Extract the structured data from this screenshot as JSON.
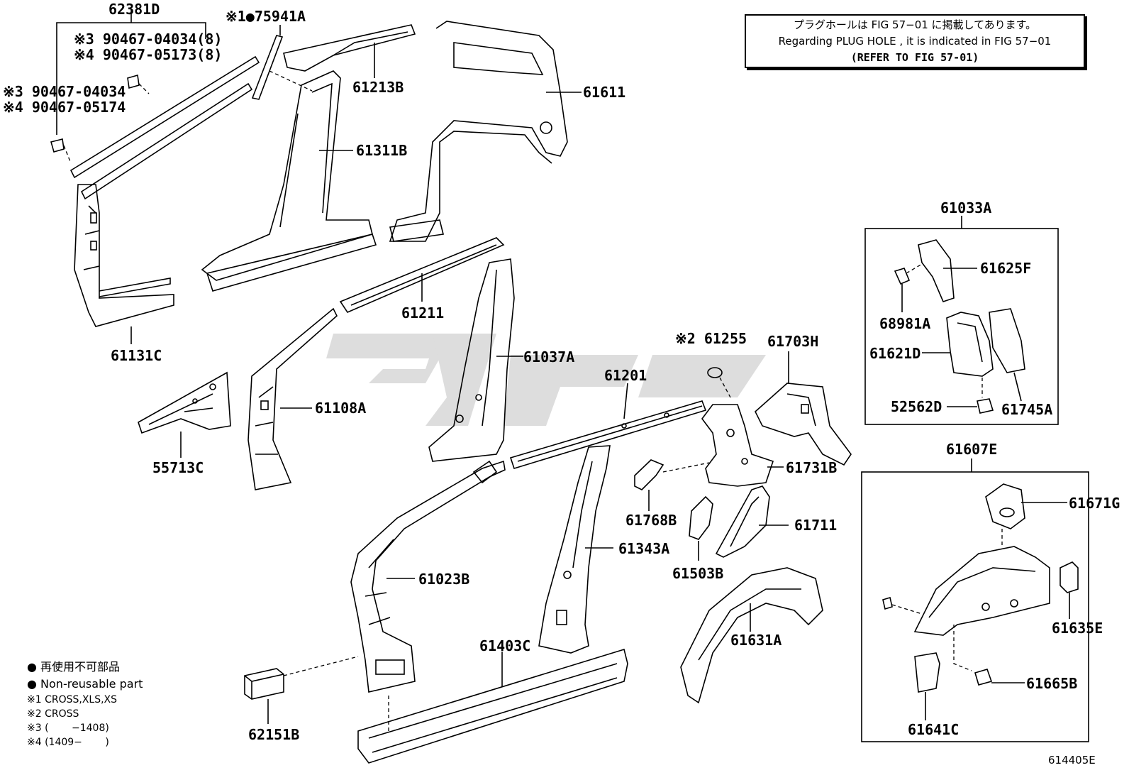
{
  "note": {
    "line_ja": "プラグホールは FIG 57−01 に掲載してあります。",
    "line_en": "Regarding  PLUG  HOLE , it is indicated in FIG  57−01",
    "line_ref": "(REFER TO FIG 57-01)"
  },
  "labels": {
    "p62381D": "62381D",
    "p75941A": "※1●75941A",
    "p61213B": "61213B",
    "p61611": "61611",
    "p90467a": "※3 90467-04034(8)",
    "p90467b": "※4 90467-05173(8)",
    "p90467c": "※3 90467-04034",
    "p90467d": "※4 90467-05174",
    "p61311B": "61311B",
    "p61131C": "61131C",
    "p61211": "61211",
    "p61037A": "61037A",
    "p61108A": "61108A",
    "p55713C": "55713C",
    "p61255": "※2 61255",
    "p61703H": "61703H",
    "p61201": "61201",
    "p61731B": "61731B",
    "p61768B": "61768B",
    "p61711": "61711",
    "p61503B": "61503B",
    "p61343A": "61343A",
    "p61023B": "61023B",
    "p61631A": "61631A",
    "p61403C": "61403C",
    "p62151B": "62151B",
    "p61033A": "61033A",
    "p61625F": "61625F",
    "p68981A": "68981A",
    "p61621D": "61621D",
    "p52562D": "52562D",
    "p61745A": "61745A",
    "p61607E": "61607E",
    "p61671G": "61671G",
    "p61635E": "61635E",
    "p61665B": "61665B",
    "p61641C": "61641C"
  },
  "legend": {
    "ja": "● 再使用不可部品",
    "en": "● Non-reusable part",
    "n1": "※1 CROSS,XLS,XS",
    "n2": "※2 CROSS",
    "n3": "※3 (　　 −1408)",
    "n4": "※4 (1409−　　 )"
  },
  "figure_code": "614405E"
}
